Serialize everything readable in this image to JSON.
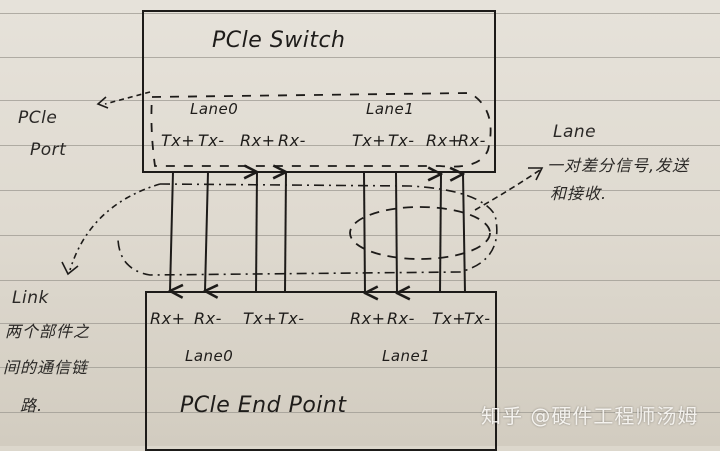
{
  "diagram": {
    "top_box": {
      "title": "PCle Switch",
      "lanes": [
        {
          "label": "Lane0",
          "pins": [
            "Tx+",
            "Tx-",
            "Rx+",
            "Rx-"
          ]
        },
        {
          "label": "Lane1",
          "pins": [
            "Tx+",
            "Tx-",
            "Rx+",
            "Rx-"
          ]
        }
      ]
    },
    "bottom_box": {
      "title": "PCle End Point",
      "lanes": [
        {
          "label": "Lane0",
          "pins": [
            "Rx+",
            "Rx-",
            "Tx+",
            "Tx-"
          ]
        },
        {
          "label": "Lane1",
          "pins": [
            "Rx+",
            "Rx-",
            "Tx+",
            "Tx-"
          ]
        }
      ]
    },
    "annotations": {
      "port": {
        "line1": "PCle",
        "line2": "Port"
      },
      "lane": {
        "title": "Lane",
        "line1": "一对差分信号,发送",
        "line2": "和接收."
      },
      "link": {
        "title": "Link",
        "line1": "两个部件之",
        "line2": "间的通信链",
        "line3": "路."
      }
    },
    "connections": [
      {
        "from": "Switch Lane0 Tx+",
        "to": "EndPoint Lane0 Rx+"
      },
      {
        "from": "Switch Lane0 Tx-",
        "to": "EndPoint Lane0 Rx-"
      },
      {
        "from": "EndPoint Lane0 Tx+",
        "to": "Switch Lane0 Rx+"
      },
      {
        "from": "EndPoint Lane0 Tx-",
        "to": "Switch Lane0 Rx-"
      },
      {
        "from": "Switch Lane1 Tx+",
        "to": "EndPoint Lane1 Rx+"
      },
      {
        "from": "Switch Lane1 Tx-",
        "to": "EndPoint Lane1 Rx-"
      },
      {
        "from": "EndPoint Lane1 Tx+",
        "to": "Switch Lane1 Rx+"
      },
      {
        "from": "EndPoint Lane1 Tx-",
        "to": "Switch Lane1 Rx-"
      }
    ]
  },
  "watermark": "知乎 @硬件工程师汤姆"
}
